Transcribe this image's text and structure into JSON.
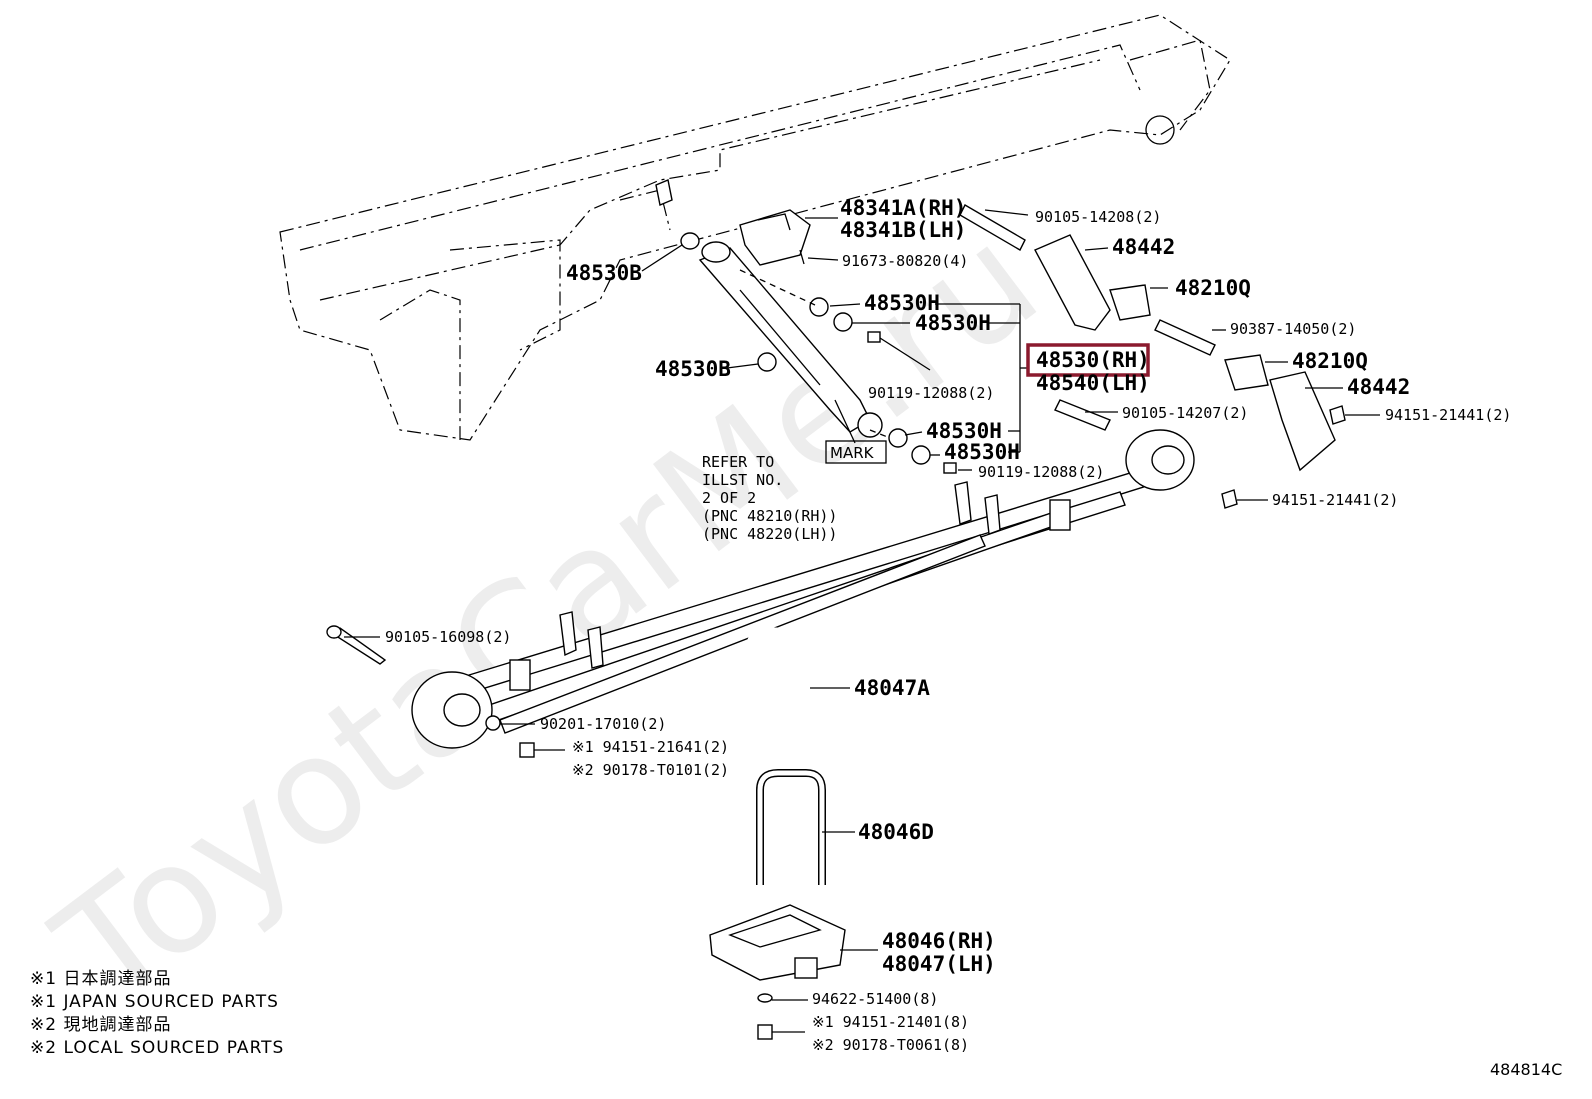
{
  "watermark": "ToyotaCarMe.ru",
  "figure_id": "484814C",
  "highlight_color": "#8b1a2e",
  "labels": {
    "p48341a": "48341A(RH)",
    "p48341b": "48341B(LH)",
    "p90105_14208": "90105-14208(2)",
    "p48442_top": "48442",
    "p48530b_top": "48530B",
    "p91673": "91673-80820(4)",
    "p48210q_top": "48210Q",
    "p48530h_1": "48530H",
    "p48530h_2": "48530H",
    "p90387": "90387-14050(2)",
    "p48530rh": "48530(RH)",
    "p48540lh": "48540(LH)",
    "p48210q_2": "48210Q",
    "p48442_2": "48442",
    "p48530b_2": "48530B",
    "p90119_a": "90119-12088(2)",
    "p90105_14207": "90105-14207(2)",
    "p94151_21441_a": "94151-21441(2)",
    "mark": "MARK",
    "p48530h_3": "48530H",
    "p48530h_4": "48530H",
    "p90119_b": "90119-12088(2)",
    "p94151_21441_b": "94151-21441(2)",
    "refer_1": "REFER TO",
    "refer_2": "ILLST NO.",
    "refer_3": "2 OF 2",
    "refer_4": "(PNC 48210(RH))",
    "refer_5": "(PNC 48220(LH))",
    "p90105_16098": "90105-16098(2)",
    "p48047a": "48047A",
    "p90201": "90201-17010(2)",
    "p94151_21641": "※1 94151-21641(2)",
    "p90178_t0101": "※2 90178-T0101(2)",
    "p48046d": "48046D",
    "p48046rh": "48046(RH)",
    "p48047lh": "48047(LH)",
    "p94622": "94622-51400(8)",
    "p94151_21401": "※1 94151-21401(8)",
    "p90178_t0061": "※2 90178-T0061(8)"
  },
  "notes": [
    "※1 日本調達部品",
    "※1 JAPAN SOURCED PARTS",
    "※2 現地調達部品",
    "※2 LOCAL SOURCED PARTS"
  ]
}
